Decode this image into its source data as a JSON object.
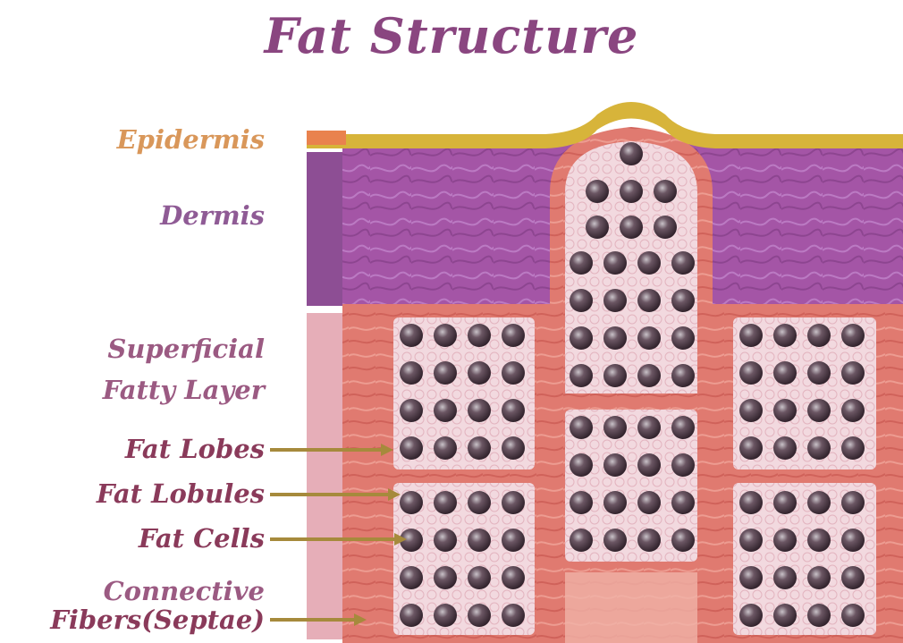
{
  "title": "Fat Structure",
  "labels": {
    "epidermis": "Epidermis",
    "dermis": "Dermis",
    "superficial_1": "Superficial",
    "superficial_2": "Fatty Layer",
    "fat_lobes": "Fat Lobes",
    "fat_lobules": "Fat Lobules",
    "fat_cells": "Fat Cells",
    "connective_1": "Connective",
    "connective_2": "Fibers(Septae)"
  },
  "colors": {
    "title": "#8a4680",
    "epidermis_label": "#d9975a",
    "dermis_label": "#8f5b95",
    "lower_label": "#8a3a5a",
    "epidermis": "#d7b43a",
    "dermis": "#a352a3",
    "septae": "#d96a66",
    "lobule_fill": "#f1d6dc",
    "fat_cell": "#4d3a44",
    "pointer": "#a68a3c"
  }
}
